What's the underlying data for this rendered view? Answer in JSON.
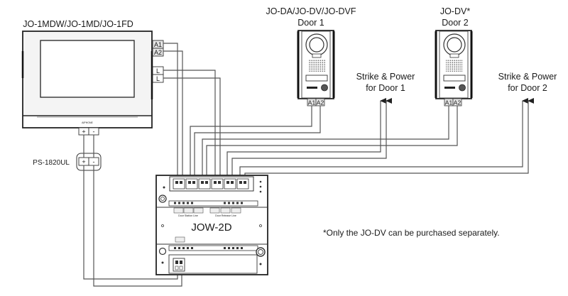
{
  "monitor": {
    "title": "JO-1MDW/JO-1MD/JO-1FD",
    "terminals": [
      "A1",
      "A2",
      "L",
      "L"
    ],
    "power_terminals": [
      "+",
      "-"
    ],
    "brand_mark": "AIPHONE"
  },
  "door1": {
    "models": "JO-DA/JO-DV/JO-DVF",
    "name": "Door 1",
    "terminals": [
      "A1",
      "A2"
    ]
  },
  "door2": {
    "models": "JO-DV*",
    "name": "Door 2",
    "terminals": [
      "A1",
      "A2"
    ]
  },
  "strike1": {
    "line1": "Strike & Power",
    "line2": "for Door 1"
  },
  "strike2": {
    "line1": "Strike & Power",
    "line2": "for Door 2"
  },
  "power_supply": {
    "name": "PS-1820UL",
    "terminals": [
      "+",
      "-"
    ]
  },
  "adaptor": {
    "name": "JOW-2D",
    "line_labels": [
      "Door Station Line",
      "Door Release Line"
    ]
  },
  "footnote": "*Only the JO-DV can be purchased separately.",
  "colors": {
    "wire": "#555555",
    "outline": "#333333",
    "terminal_fill": "#e6e6e6"
  }
}
